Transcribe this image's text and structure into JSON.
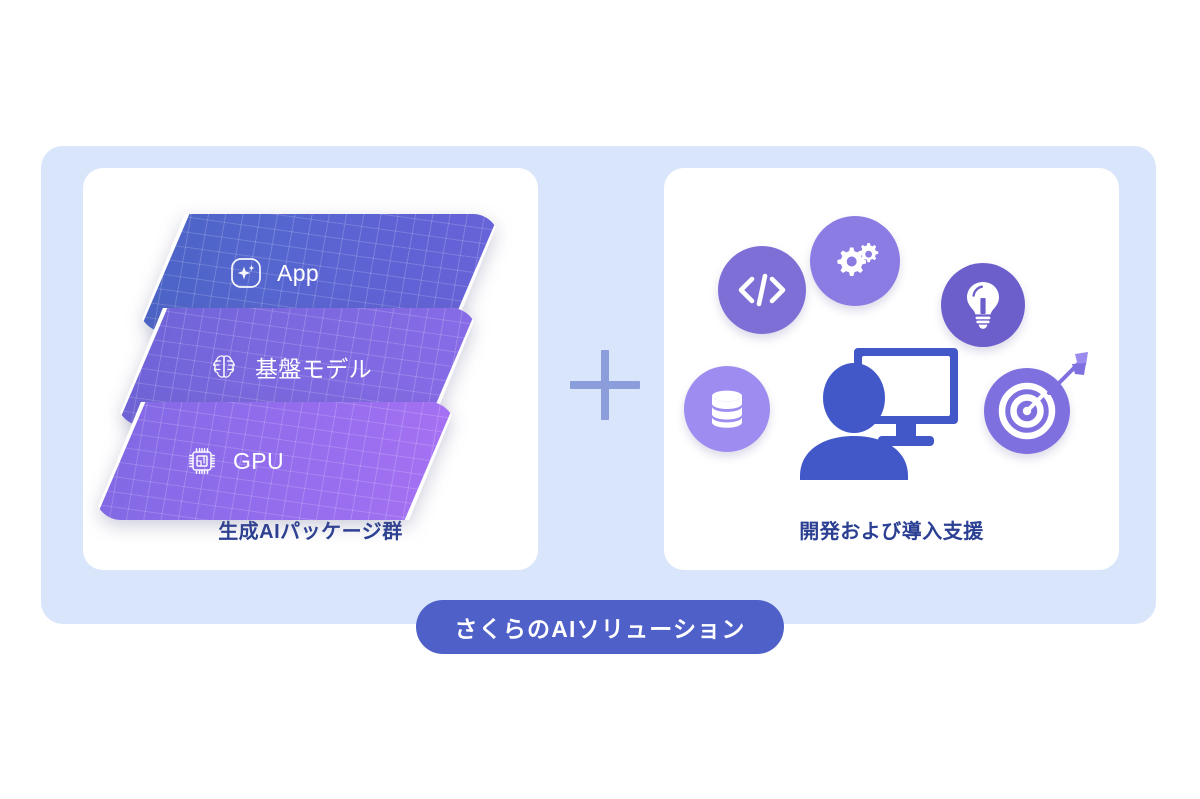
{
  "diagram": {
    "title_pill": {
      "label": "さくらのAIソリューション",
      "background_color": "#4f61c9",
      "text_color": "#ffffff"
    },
    "outer_container": {
      "background_color": "#d8e5fb"
    },
    "connector": {
      "symbol": "plus",
      "color": "#8b9ddb"
    },
    "left_panel": {
      "caption": "生成AIパッケージ群",
      "caption_color": "#2b3f93",
      "background_color": "#ffffff",
      "layers": [
        {
          "label": "App",
          "icon": "sparkle-square-icon",
          "gradient_from": "#4a63c4",
          "gradient_to": "#6a63d9"
        },
        {
          "label": "基盤モデル",
          "icon": "brain-circuit-icon",
          "gradient_from": "#6c62d6",
          "gradient_to": "#8a6ce8"
        },
        {
          "label": "GPU",
          "icon": "chip-icon",
          "gradient_from": "#8068e3",
          "gradient_to": "#a772f3"
        }
      ]
    },
    "right_panel": {
      "caption": "開発および導入支援",
      "caption_color": "#2b3f93",
      "background_color": "#ffffff",
      "icons": [
        {
          "name": "code-icon",
          "circle_color": "#7d6fd6"
        },
        {
          "name": "gears-icon",
          "circle_color": "#8b7ce4"
        },
        {
          "name": "lightbulb-icon",
          "circle_color": "#6c5fcc"
        },
        {
          "name": "database-icon",
          "circle_color": "#9e8cf0"
        },
        {
          "name": "target-icon",
          "circle_color": "#7f70e0"
        },
        {
          "name": "person-monitor-icon",
          "color": "#4358c8"
        }
      ]
    }
  }
}
